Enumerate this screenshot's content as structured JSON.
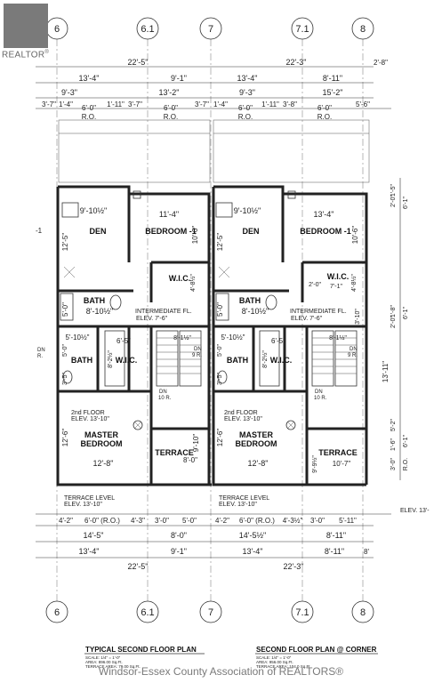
{
  "logo": {
    "text": "REALTOR",
    "reg": "®"
  },
  "watermark": "Windsor-Essex County Association of REALTORS®",
  "grid_labels": [
    "6",
    "6.1",
    "7",
    "7.1",
    "8"
  ],
  "top_dims": {
    "row1": [
      "22'-5\"",
      "22'-3\"",
      "2'-8\""
    ],
    "row2": [
      "13'-4\"",
      "9'-1\"",
      "13'-4\"",
      "8'-11\""
    ],
    "row3": [
      "9'-3\"",
      "13'-2\"",
      "9'-3\"",
      "15'-2\""
    ],
    "row4": [
      "3'-7\"",
      "1'-4\"",
      "6'-0\"",
      "1'-11\"",
      "3'-7\"",
      "6'-0\"",
      "3'-7\"",
      "1'-4\"",
      "6'-0\"",
      "1'-11\"",
      "3'-8\"",
      "6'-0\"",
      "5'-6\""
    ],
    "ro": "R.O."
  },
  "rooms_left": {
    "den": "DEN",
    "den_dim": "9'-10½\"",
    "bedroom": "BEDROOM -1",
    "bedroom_dim": "11'-4\"",
    "bedroom_v": "10'-6\"",
    "wic": "W.I.C.",
    "wic_v": "4'-8½\"",
    "bath": "BATH",
    "bath_dim": "8'-10½\"",
    "den_v": "12'-5\"",
    "bath_v": "5'-0\"",
    "intermediate": "INTERMEDIATE FL.",
    "intermediate_elev": "ELEV. 7'-6\"",
    "bath2": "BATH",
    "bath2_dim": "5'-10½\"",
    "wic2": "W.I.C.",
    "wic2_dim": "6'-5\"",
    "wic2_v": "8'-2½\"",
    "stair_dim": "8'-1½\"",
    "dn": "DN",
    "dn_r": "9 R.",
    "dn2": "DN",
    "dn2_r": "10 R.",
    "floor": "2nd FLOOR",
    "floor_elev": "ELEV. 13'-10\"",
    "master": "MASTER",
    "master2": "BEDROOM",
    "master_v": "12'-6\"",
    "master_dim": "12'-8\"",
    "terrace": "TERRACE",
    "terrace_dim": "8'-0\"",
    "terrace_v": "9'-10\"",
    "small_v": "5'-0\"",
    "small_v2": "3'-5\""
  },
  "rooms_right": {
    "den": "DEN",
    "den_dim": "9'-10½\"",
    "bedroom": "BEDROOM -1",
    "bedroom_dim": "13'-4\"",
    "bedroom_v": "10'-6\"",
    "wic": "W.I.C.",
    "wic_dim": "7'-1\"",
    "wic_v": "4'-8½\"",
    "closet_dim": "2'-0\"",
    "bath": "BATH",
    "bath_dim": "8'-10½\"",
    "den_v": "12'-5\"",
    "bath_v": "5'-0\"",
    "intermediate": "INTERMEDIATE FL.",
    "intermediate_elev": "ELEV. 7'-6\"",
    "bath2": "BATH",
    "bath2_dim": "5'-10½\"",
    "wic2": "W.I.C.",
    "wic2_dim": "6'-5\"",
    "wic2_v": "8'-2½\"",
    "stair_dim": "8'-1½\"",
    "dn": "DN",
    "dn_r": "9 R.",
    "dn2": "DN",
    "dn2_r": "10 R.",
    "floor": "2nd FLOOR",
    "floor_elev": "ELEV. 13'-10\"",
    "master": "MASTER",
    "master2": "BEDROOM",
    "master_v": "12'-6\"",
    "master_dim": "12'-8\"",
    "terrace": "TERRACE",
    "terrace_dim": "10'-7\"",
    "terrace_v": "9'-9½\"",
    "side_v": "3'-10\"",
    "side_v2": "13'-11\"",
    "small_v": "5'-0\"",
    "small_v2": "3'-5\""
  },
  "right_edge": [
    "1'-5\"",
    "2'-0\"",
    "6'-1\"",
    "1'-8\"",
    "2'-0\"",
    "6'-1\"",
    "5'-2\"",
    "1'-6\"",
    "6'-1\"",
    "3'-0\"",
    "R.O."
  ],
  "left_edge": [
    "-1",
    "DN",
    "R."
  ],
  "bottom_dims": {
    "terrace_level": "TERRACE LEVEL",
    "terrace_elev": "ELEV. 13'-10\"",
    "row1_left": [
      "4'-2\"",
      "6'-0\" (R.O.)",
      "4'-3\"",
      "3'-0\"",
      "5'-0\""
    ],
    "row1_right": [
      "4'-2\"",
      "6'-0\" (R.O.)",
      "4'-3½\"",
      "3'-0\"",
      "5'-11\""
    ],
    "row2": [
      "14'-5\"",
      "8'-0\"",
      "14'-5½\"",
      "8'-11\""
    ],
    "row3": [
      "13'-4\"",
      "9'-1\"",
      "13'-4\"",
      "8'-11\"",
      "8'"
    ],
    "row4": [
      "22'-5\"",
      "22'-3\""
    ],
    "edge_elev": "ELEV. 13'-"
  },
  "titles": {
    "left": "TYPICAL SECOND FLOOR PLAN",
    "left_lines": [
      "SCALE: 1/4\" = 1'-0\"",
      "AREA: 896.00 Sq.Ft.",
      "TERRACE AREA: 79.00 Sq.Ft."
    ],
    "right": "SECOND FLOOR PLAN @ CORNER",
    "right_lines": [
      "SCALE: 1/4\" = 1'-0\"",
      "AREA: 956.00 Sq.Ft.",
      "TERRACE AREA: 104.0 Sq.Ft."
    ]
  }
}
